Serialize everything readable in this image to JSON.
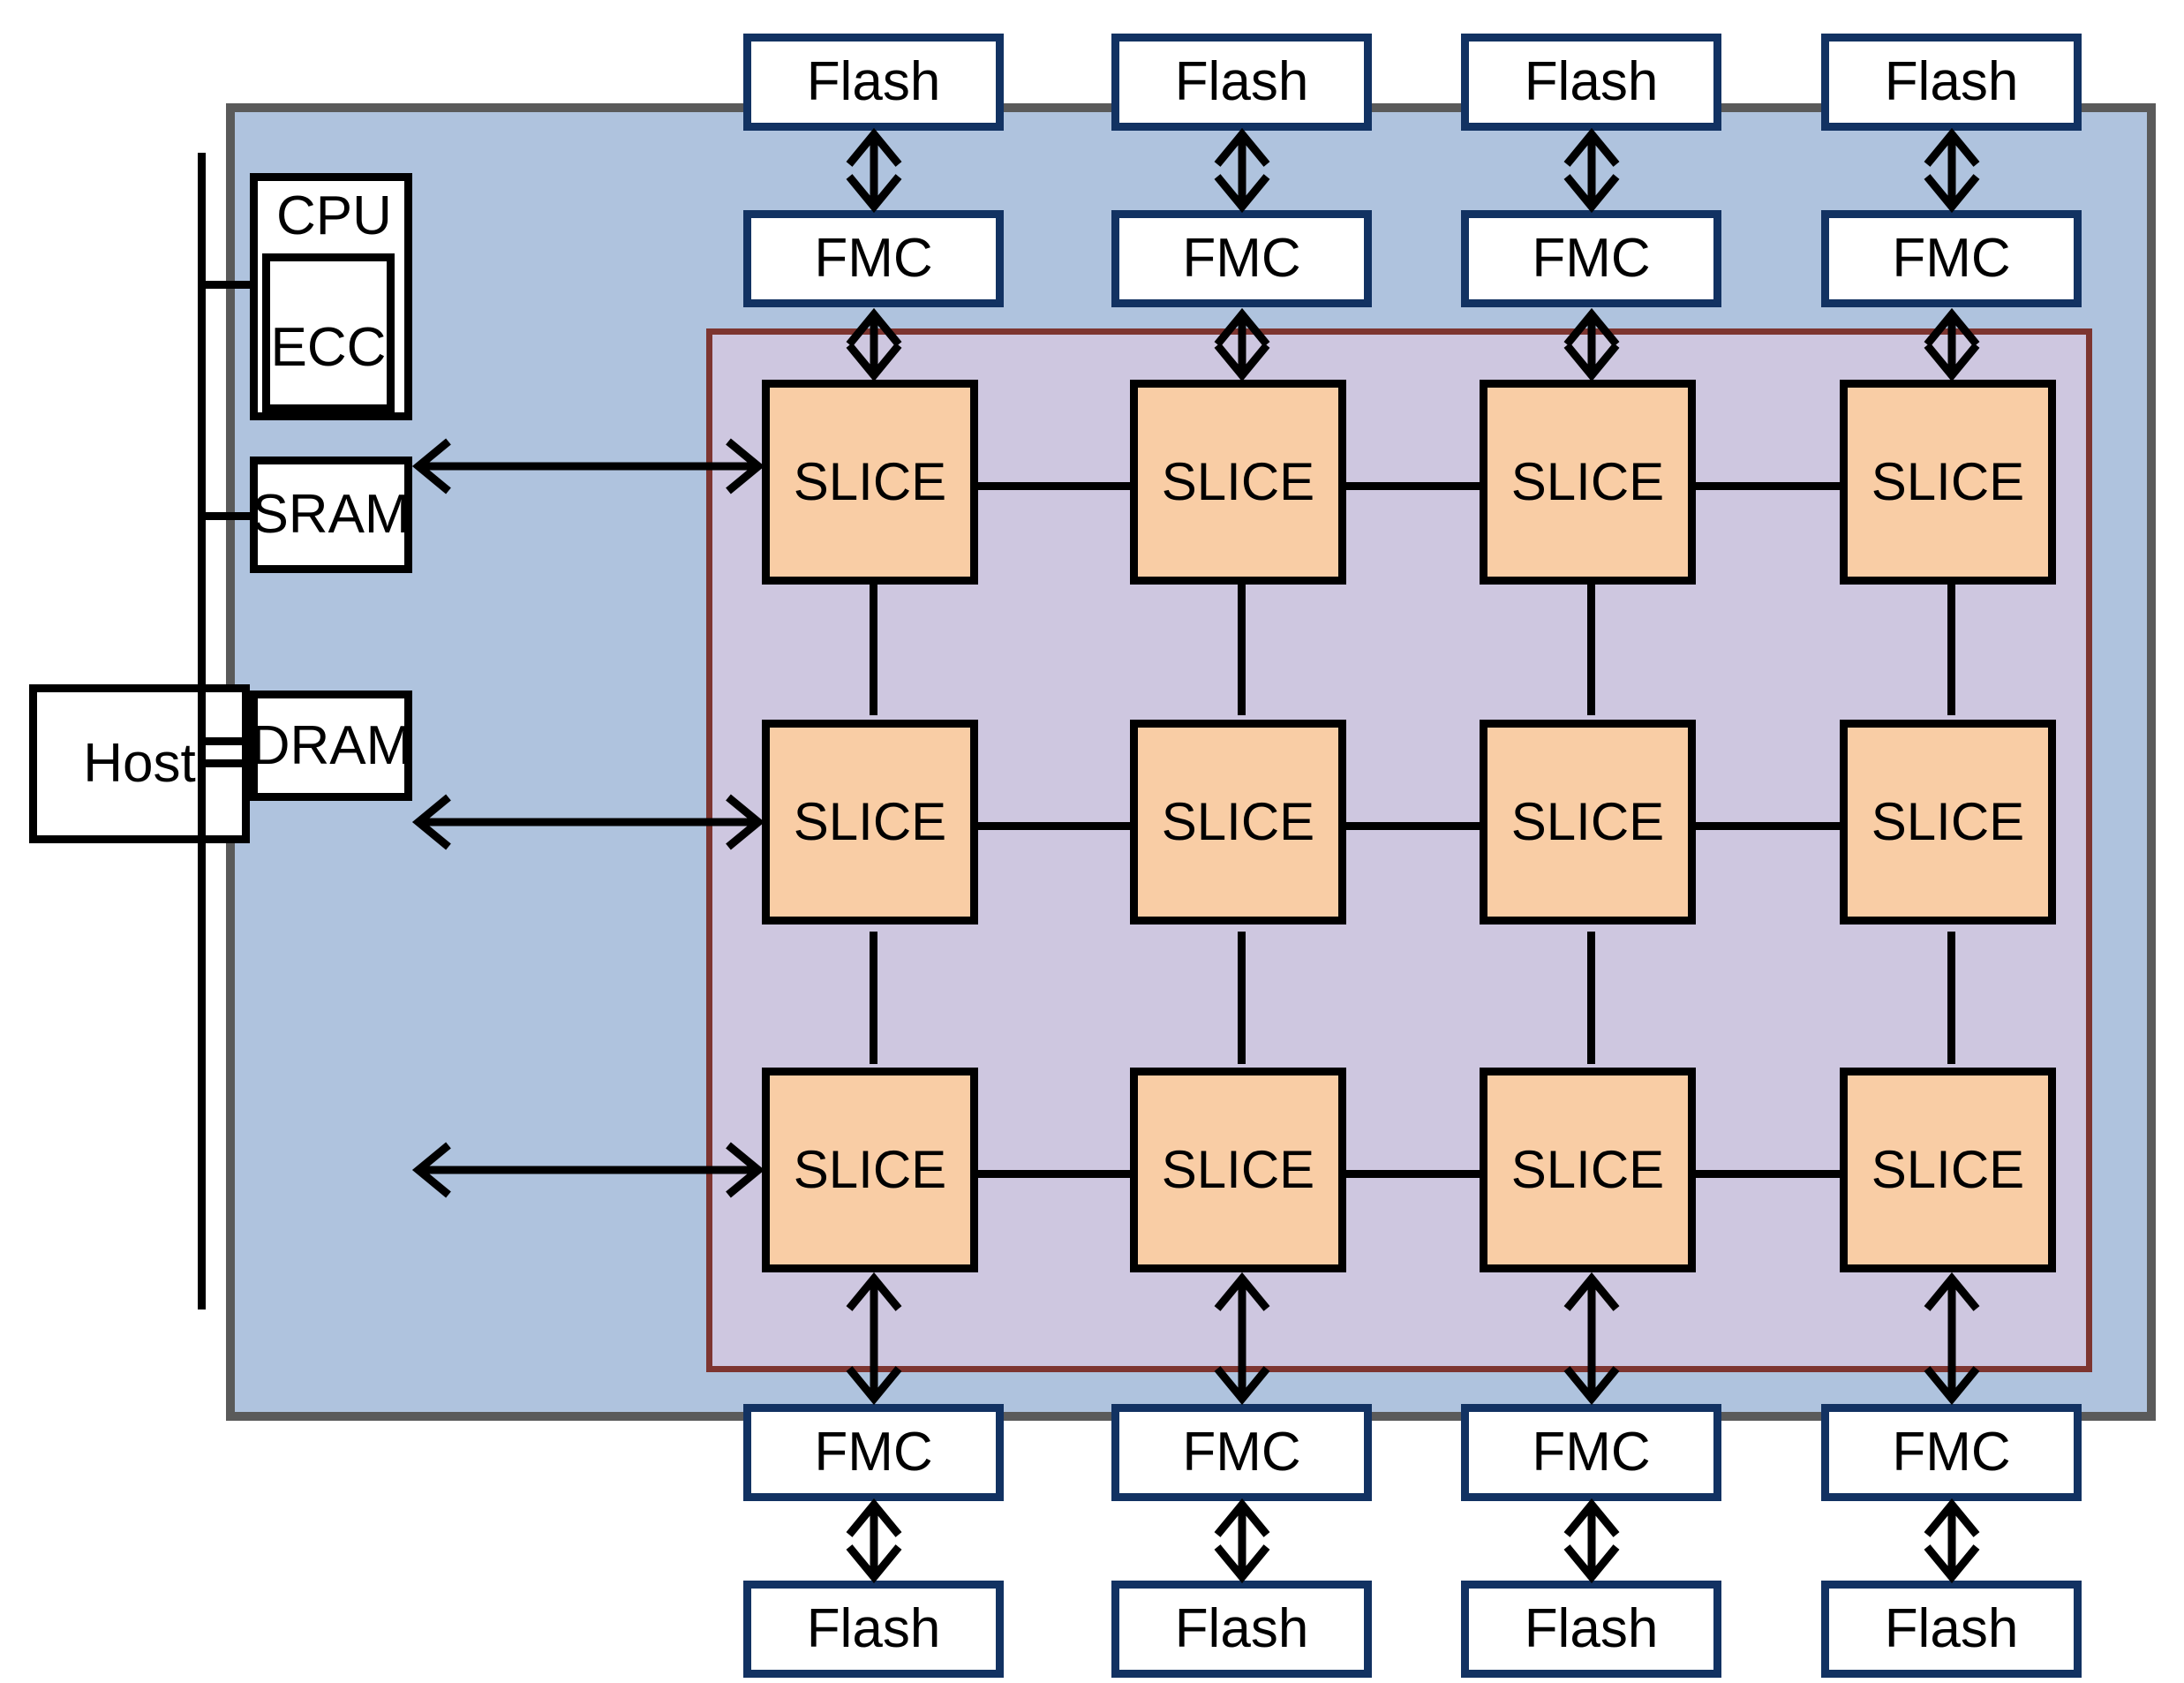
{
  "diagram": {
    "title": "SSD controller slice-array architecture block diagram",
    "colors": {
      "chip_fill": "#afc3de",
      "chip_border": "#5a5a5a",
      "array_fill": "#cec7e0",
      "array_border": "#7d3530",
      "slice_fill": "#f9cda5",
      "slice_border": "#000000",
      "io_border": "#123262",
      "box_border": "#000000",
      "line": "#000000",
      "page_background": "#ffffff"
    }
  },
  "host": {
    "label": "Host"
  },
  "controller": {
    "cpu": {
      "label": "CPU"
    },
    "ecc": {
      "label": "ECC"
    },
    "sram": {
      "label": "SRAM"
    },
    "dram": {
      "label": "DRAM"
    }
  },
  "flash_top": [
    {
      "label": "Flash"
    },
    {
      "label": "Flash"
    },
    {
      "label": "Flash"
    },
    {
      "label": "Flash"
    }
  ],
  "fmc_top": [
    {
      "label": "FMC"
    },
    {
      "label": "FMC"
    },
    {
      "label": "FMC"
    },
    {
      "label": "FMC"
    }
  ],
  "fmc_bottom": [
    {
      "label": "FMC"
    },
    {
      "label": "FMC"
    },
    {
      "label": "FMC"
    },
    {
      "label": "FMC"
    }
  ],
  "flash_bottom": [
    {
      "label": "Flash"
    },
    {
      "label": "Flash"
    },
    {
      "label": "Flash"
    },
    {
      "label": "Flash"
    }
  ],
  "slice_array": {
    "rows": 3,
    "cols": 4,
    "cells": [
      [
        {
          "label": "SLICE"
        },
        {
          "label": "SLICE"
        },
        {
          "label": "SLICE"
        },
        {
          "label": "SLICE"
        }
      ],
      [
        {
          "label": "SLICE"
        },
        {
          "label": "SLICE"
        },
        {
          "label": "SLICE"
        },
        {
          "label": "SLICE"
        }
      ],
      [
        {
          "label": "SLICE"
        },
        {
          "label": "SLICE"
        },
        {
          "label": "SLICE"
        },
        {
          "label": "SLICE"
        }
      ]
    ]
  }
}
